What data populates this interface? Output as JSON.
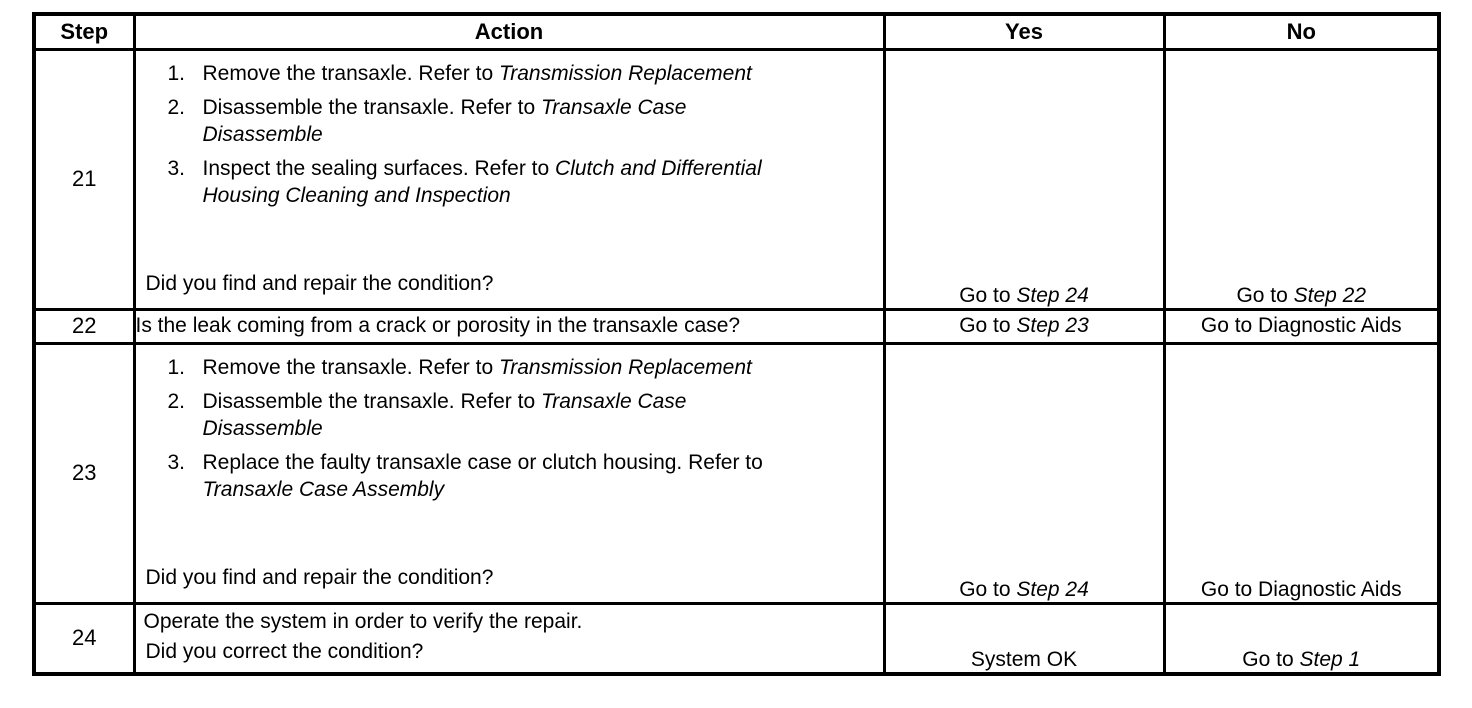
{
  "header": {
    "step": "Step",
    "action": "Action",
    "yes": "Yes",
    "no": "No"
  },
  "rows": [
    {
      "step": "21",
      "actions": [
        {
          "num": "1.",
          "pre": "Remove the transaxle. Refer to ",
          "ref": "Transmission Replacement",
          "ref2": ""
        },
        {
          "num": "2.",
          "pre": "Disassemble the transaxle. Refer to ",
          "ref": "Transaxle Case",
          "ref2": "Disassemble"
        },
        {
          "num": "3.",
          "pre": "Inspect the sealing surfaces. Refer to ",
          "ref": "Clutch and Differential",
          "ref2": "Housing Cleaning and Inspection"
        }
      ],
      "question": "Did you find and repair the condition?",
      "yes": {
        "pre": "Go to ",
        "ref": "Step 24"
      },
      "no": {
        "pre": "Go to ",
        "ref": "Step 22"
      }
    },
    {
      "step": "22",
      "question": "Is the leak coming from a crack or porosity in the transaxle case?",
      "yes": {
        "pre": "Go to ",
        "ref": "Step 23"
      },
      "no": {
        "pre": "Go to Diagnostic Aids",
        "ref": ""
      }
    },
    {
      "step": "23",
      "actions": [
        {
          "num": "1.",
          "pre": "Remove the transaxle. Refer to ",
          "ref": "Transmission Replacement",
          "ref2": ""
        },
        {
          "num": "2.",
          "pre": "Disassemble the transaxle. Refer to ",
          "ref": "Transaxle Case",
          "ref2": "Disassemble"
        },
        {
          "num": "3.",
          "pre": "Replace the faulty transaxle case or clutch housing. Refer to ",
          "ref": "",
          "ref2": "Transaxle Case Assembly"
        }
      ],
      "question": "Did you find and repair the condition?",
      "yes": {
        "pre": "Go to ",
        "ref": "Step 24"
      },
      "no": {
        "pre": "Go to Diagnostic Aids",
        "ref": ""
      }
    },
    {
      "step": "24",
      "line1": "Operate the system in order to verify the repair.",
      "question": "Did you correct the condition?",
      "yes": {
        "pre": "System OK",
        "ref": ""
      },
      "no": {
        "pre": "Go to ",
        "ref": "Step 1"
      }
    }
  ],
  "colors": {
    "border": "#000000",
    "text": "#000000",
    "background": "#ffffff"
  }
}
